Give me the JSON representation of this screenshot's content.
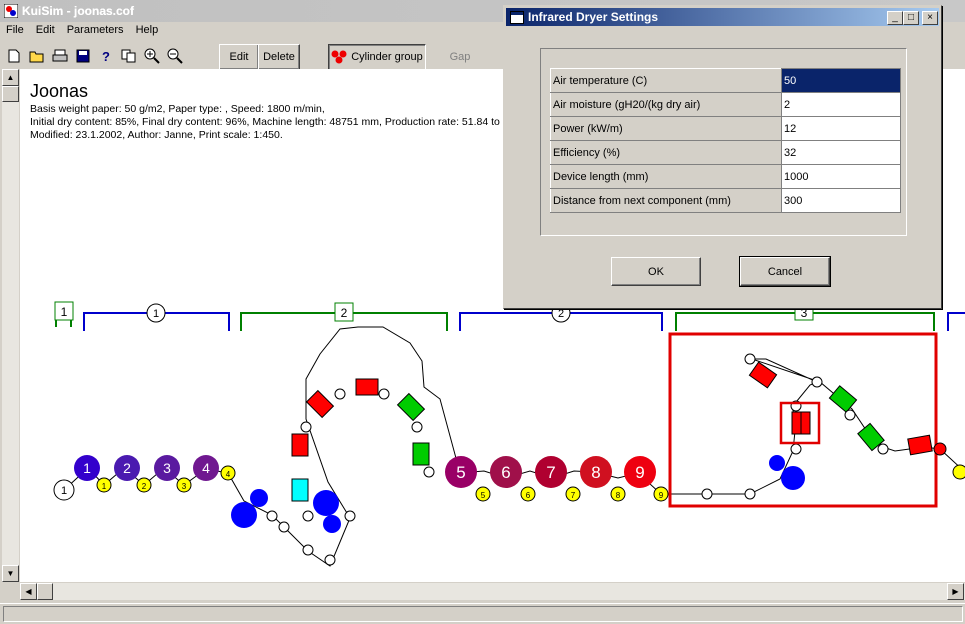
{
  "window": {
    "title": "KuiSim - joonas.cof"
  },
  "menu": [
    "File",
    "Edit",
    "Parameters",
    "Help"
  ],
  "toolbar": {
    "icons": [
      "new-icon",
      "open-icon",
      "print-icon",
      "save-icon",
      "help-icon",
      "copy-icon",
      "zoom-in-icon",
      "zoom-out-icon"
    ],
    "edit_label": "Edit",
    "delete_label": "Delete",
    "cylinder_group_label": "Cylinder group",
    "gap_label": "Gap"
  },
  "info": {
    "title": "Joonas",
    "line1": "Basis weight paper: 50 g/m2, Paper type: , Speed: 1800 m/min,",
    "line2": "Initial dry content: 85%, Final dry content: 96%, Machine length: 48751 mm, Production rate: 51.84 to",
    "line3": "Modified: 23.1.2002, Author: Janne, Print scale: 1:450."
  },
  "diagram": {
    "group_labels": [
      "1",
      "1",
      "2",
      "2",
      "3"
    ],
    "top_cylinders": [
      "1",
      "2",
      "3",
      "4"
    ],
    "big_cylinders": [
      "5",
      "6",
      "7",
      "8",
      "9"
    ],
    "small_labels": [
      "1",
      "1",
      "2",
      "3",
      "4",
      "5",
      "6",
      "7",
      "8",
      "9"
    ],
    "colors": {
      "blue": "#0000ff",
      "purple": "#800080",
      "crimson": "#b00030",
      "red": "#ff0000",
      "green": "#00cc00",
      "yellow": "#ffff00",
      "cyan": "#00ffff",
      "selection": "#e00000"
    }
  },
  "dialog": {
    "title": "Infrared Dryer Settings",
    "rows": [
      {
        "label": "Air temperature (C)",
        "value": "50"
      },
      {
        "label": "Air moisture (gH20/(kg dry air)",
        "value": "2"
      },
      {
        "label": "Power (kW/m)",
        "value": "12"
      },
      {
        "label": "Efficiency (%)",
        "value": "32"
      },
      {
        "label": "Device length (mm)",
        "value": "1000"
      },
      {
        "label": "Distance from next component (mm)",
        "value": "300"
      }
    ],
    "ok_label": "OK",
    "cancel_label": "Cancel"
  }
}
